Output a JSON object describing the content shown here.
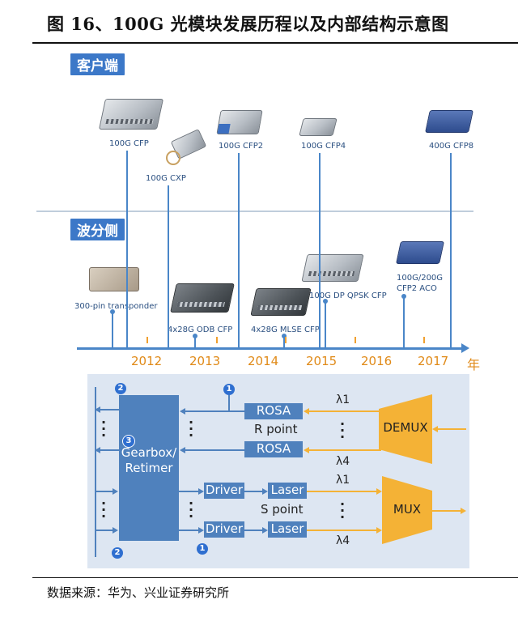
{
  "title": "图 16、100G 光模块发展历程以及内部结构示意图",
  "sections": {
    "client": "客户端",
    "line": "波分侧"
  },
  "client_products": [
    "100G CFP",
    "100G CXP",
    "100G  CFP2",
    "100G  CFP4",
    "400G  CFP8"
  ],
  "line_products": [
    "300-pin transponder",
    "4x28G ODB CFP",
    "4x28G MLSE CFP",
    "100G DP QPSK CFP",
    "100G/200G",
    "CFP2 ACO"
  ],
  "years": [
    "2012",
    "2013",
    "2014",
    "2015",
    "2016",
    "2017"
  ],
  "year_unit": "年",
  "diagram": {
    "gearbox": [
      "Gearbox/",
      "Retimer"
    ],
    "rosa": "ROSA",
    "r_point": "R point",
    "driver": "Driver",
    "laser": "Laser",
    "s_point": "S point",
    "demux": "DEMUX",
    "mux": "MUX",
    "lambda1": "λ1",
    "lambda4": "λ4",
    "badges": [
      "1",
      "2",
      "3"
    ]
  },
  "colors": {
    "accent": "#4f81bd",
    "optical": "#f4b236",
    "year": "#e08a18",
    "diagram_bg": "#dde6f2"
  },
  "footer": "数据来源：华为、兴业证券研究所"
}
